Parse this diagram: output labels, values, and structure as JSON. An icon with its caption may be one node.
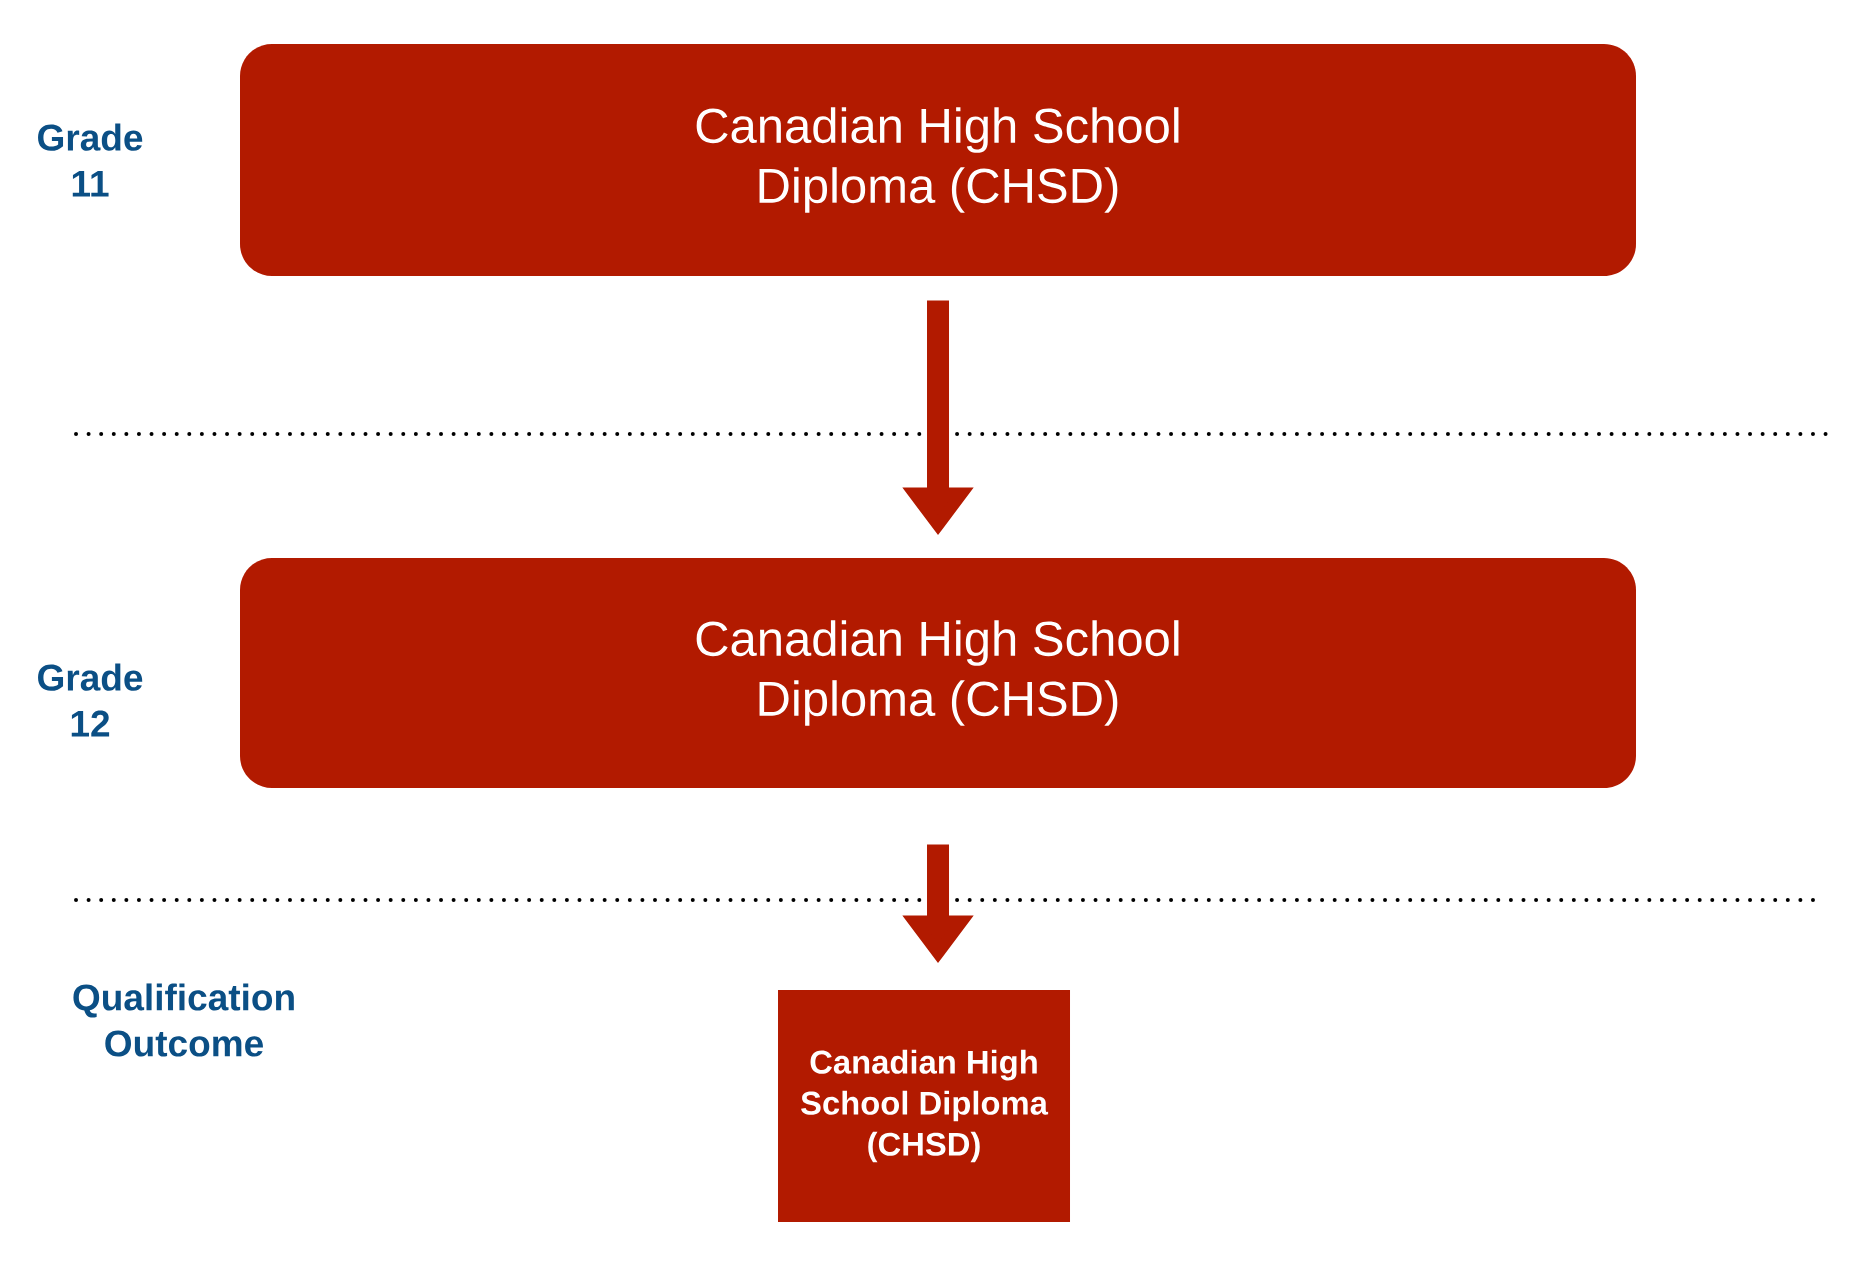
{
  "diagram": {
    "nodes": [
      {
        "text": [
          "Canadian High School Diploma (CHSD)"
        ]
      },
      {
        "text": [
          "Canadian High School Diploma (CHSD)"
        ]
      },
      {
        "text": [
          "Canadian High School Diploma (CHSD)"
        ]
      }
    ],
    "edges": [
      {
        "from": 0,
        "to": 1,
        "arrow": "to"
      },
      {
        "from": 1,
        "to": 2,
        "arrow": "to"
      }
    ],
    "labels": [
      "Grade 11",
      "Grade 12",
      "Qualification Outcome"
    ]
  }
}
